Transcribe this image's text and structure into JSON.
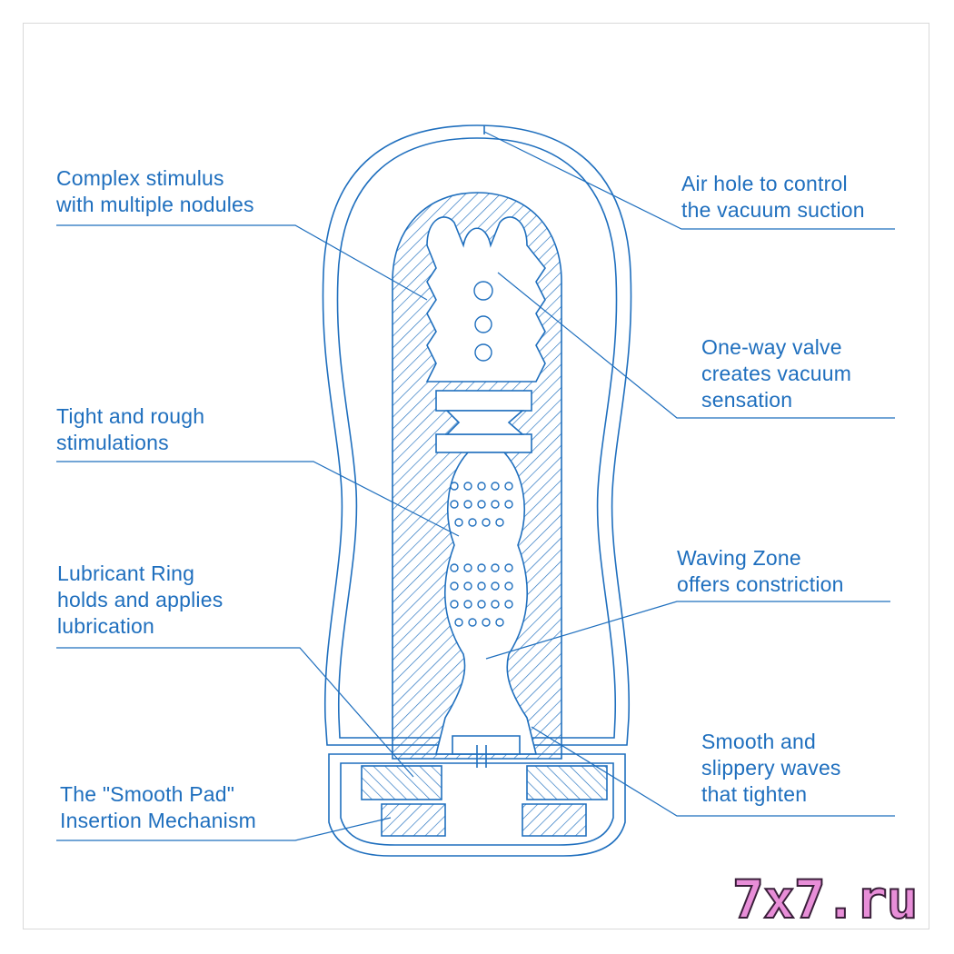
{
  "labels": {
    "complex_stimulus": [
      "Complex stimulus",
      "with multiple nodules"
    ],
    "air_hole": [
      "Air hole to control",
      "the vacuum suction"
    ],
    "one_way_valve": [
      "One-way valve",
      "creates vacuum",
      "sensation"
    ],
    "tight_rough": [
      "Tight and rough",
      "stimulations"
    ],
    "waving_zone": [
      "Waving Zone",
      "offers constriction"
    ],
    "lubricant_ring": [
      "Lubricant Ring",
      "holds and applies",
      "lubrication"
    ],
    "smooth_waves": [
      "Smooth and",
      "slippery waves",
      "that tighten"
    ],
    "smooth_pad": [
      "The \"Smooth Pad\"",
      "Insertion Mechanism"
    ]
  },
  "watermark": "7x7.ru",
  "colors": {
    "line": "#1f6fbe",
    "text": "#1f6fbe",
    "watermark_fill": "#e88ed8"
  }
}
